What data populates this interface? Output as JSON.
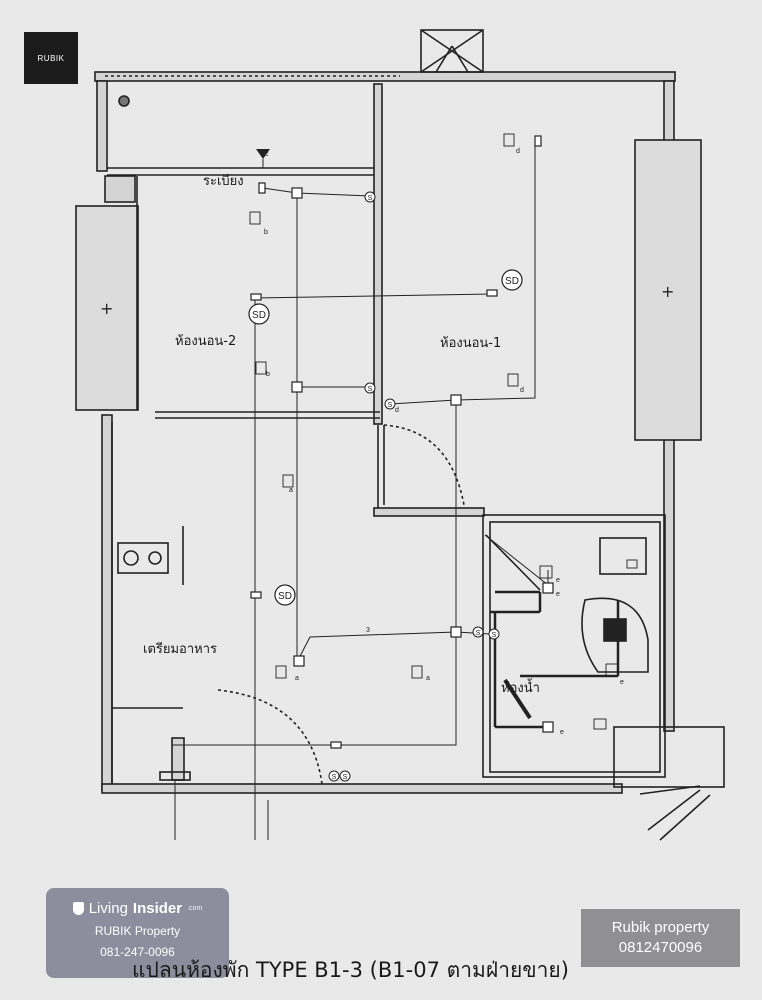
{
  "logo": {
    "text": "RUBIK"
  },
  "rooms": {
    "balcony": "ระเบียง",
    "bedroom2": "ห้องนอน-2",
    "bedroom1": "ห้องนอน-1",
    "kitchen": "เตรียมอาหาร",
    "bathroom": "ห้องน้ำ"
  },
  "symbols": {
    "smoke_detector": "SD",
    "switch": "S",
    "tag_a": "a",
    "tag_b": "b",
    "tag_c": "c",
    "tag_d": "d",
    "tag_e": "e",
    "wire_count": "3"
  },
  "caption": "แปลนห้องพัก TYPE  B1-3 (B1-07 ตามฝ่ายขาย)",
  "watermark": {
    "brand_prefix": "Living",
    "brand_bold": "Insider",
    "brand_suffix": ".com",
    "line1": "RUBIK Property",
    "line2": "081-247-0096"
  },
  "contact": {
    "name": "Rubik property",
    "phone": "0812470096"
  },
  "colors": {
    "paper": "#e9e9ea",
    "ink": "#222222",
    "wall_fill": "#d4d4d4"
  }
}
